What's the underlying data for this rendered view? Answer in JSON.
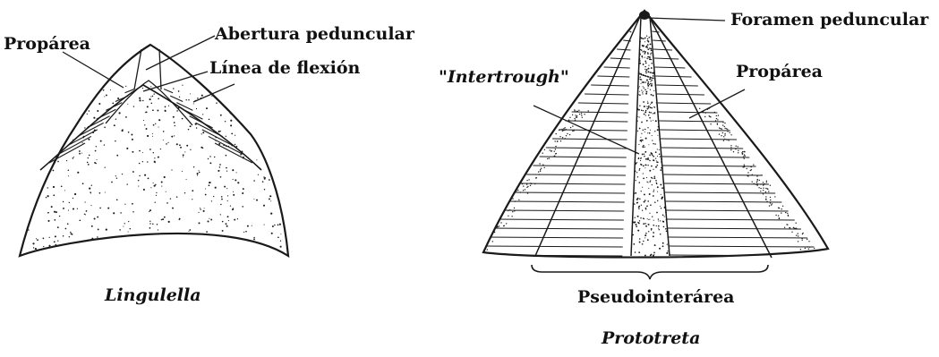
{
  "figure": {
    "left": {
      "caption": "Lingulella",
      "labels": {
        "proparea": "Propárea",
        "abertura": "Abertura peduncular",
        "linea": "Línea de flexión"
      }
    },
    "right": {
      "caption": "Prototreta",
      "labels": {
        "foramen": "Foramen peduncular",
        "intertrough_quote_open": "\"",
        "intertrough": "Intertrough",
        "intertrough_quote_close": "\"",
        "proparea": "Propárea",
        "pseudointerarea": "Pseudointerárea"
      }
    }
  },
  "colors": {
    "ink": "#1a1a1a",
    "background": "#ffffff"
  }
}
